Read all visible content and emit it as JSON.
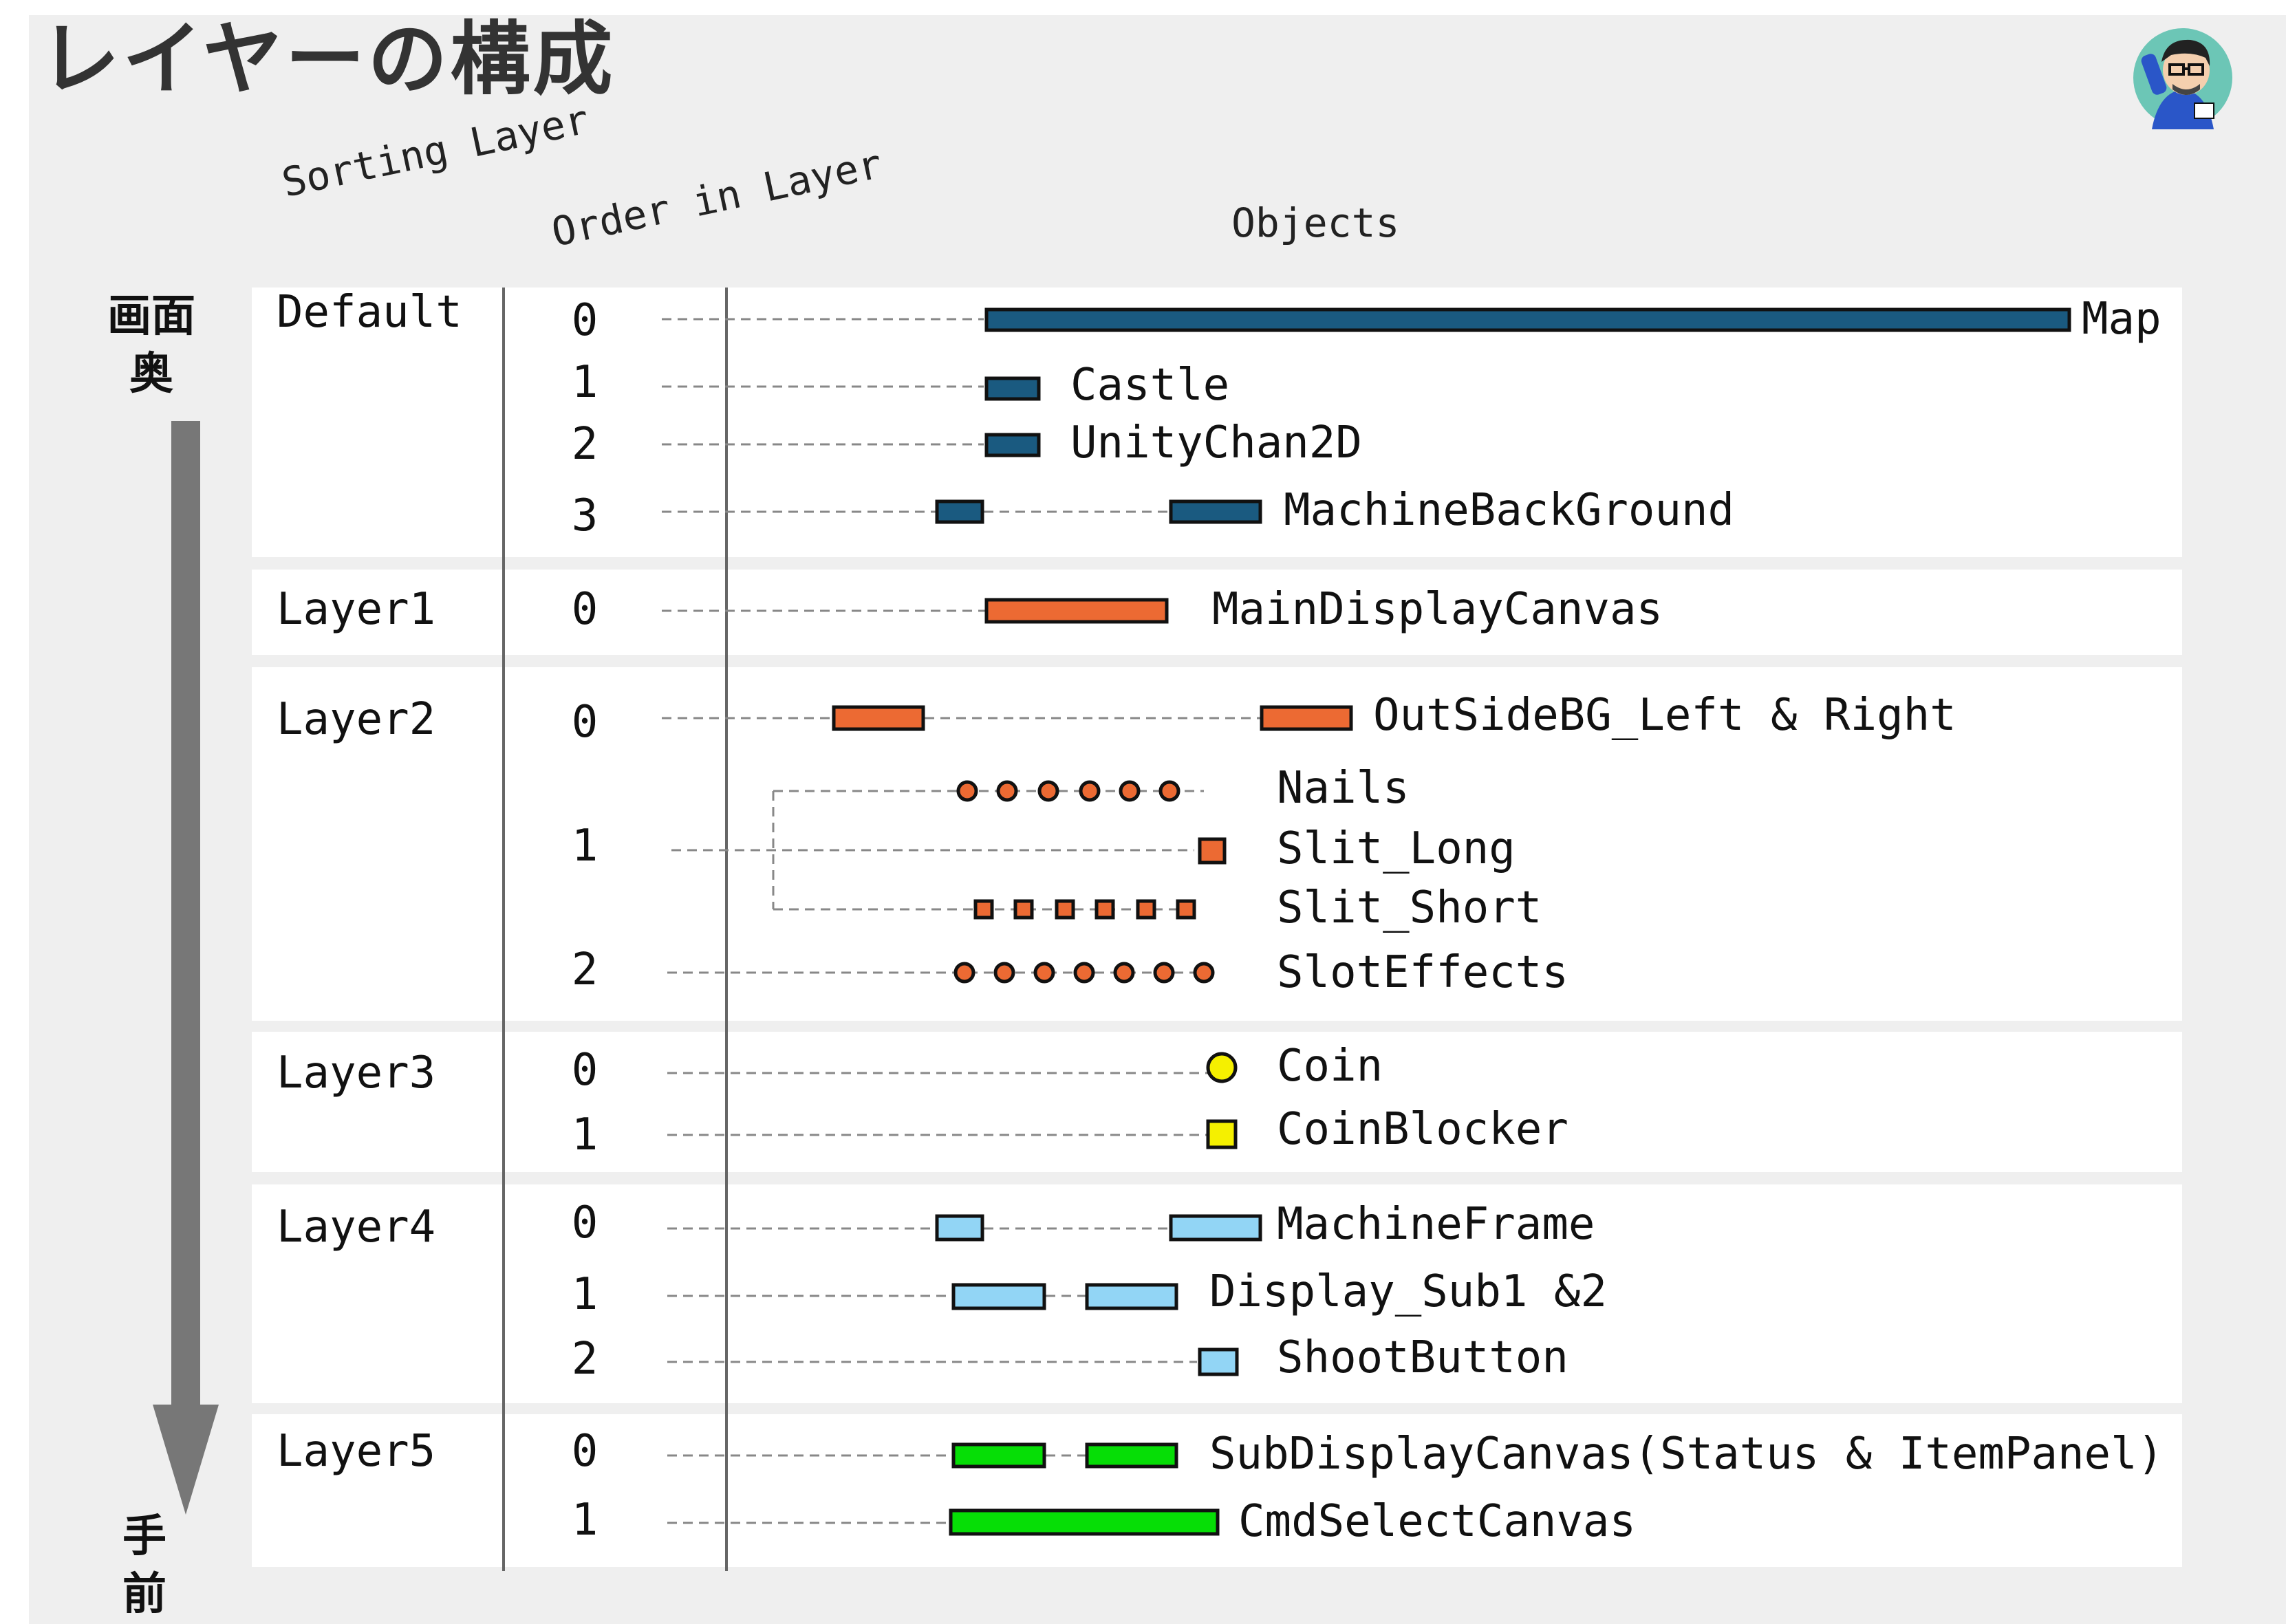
{
  "title": "レイヤーの構成",
  "headers": {
    "sorting_layer": "Sorting Layer",
    "order_in_layer": "Order in Layer",
    "objects": "Objects"
  },
  "side_labels": {
    "top": "画面奥",
    "bottom": "手前"
  },
  "colors": {
    "dark_blue": "#1a5a80",
    "orange": "#ec6a33",
    "yellow": "#f5f000",
    "light_blue": "#92d5f5",
    "green": "#06de06",
    "arrow": "#777777"
  },
  "layers": [
    {
      "name": "Default",
      "rows": [
        {
          "order": "0",
          "label": "Map"
        },
        {
          "order": "1",
          "label": "Castle"
        },
        {
          "order": "2",
          "label": "UnityChan2D"
        },
        {
          "order": "3",
          "label": "MachineBackGround"
        }
      ]
    },
    {
      "name": "Layer1",
      "rows": [
        {
          "order": "0",
          "label": "MainDisplayCanvas"
        }
      ]
    },
    {
      "name": "Layer2",
      "rows": [
        {
          "order": "0",
          "label": "OutSideBG_Left & Right"
        },
        {
          "order": "",
          "label": "Nails"
        },
        {
          "order": "1",
          "label": "Slit_Long"
        },
        {
          "order": "",
          "label": "Slit_Short"
        },
        {
          "order": "2",
          "label": "SlotEffects"
        }
      ]
    },
    {
      "name": "Layer3",
      "rows": [
        {
          "order": "0",
          "label": "Coin"
        },
        {
          "order": "1",
          "label": "CoinBlocker"
        }
      ]
    },
    {
      "name": "Layer4",
      "rows": [
        {
          "order": "0",
          "label": "MachineFrame"
        },
        {
          "order": "1",
          "label": "Display_Sub1 &2"
        },
        {
          "order": "2",
          "label": "ShootButton"
        }
      ]
    },
    {
      "name": "Layer5",
      "rows": [
        {
          "order": "0",
          "label": "SubDisplayCanvas(Status & ItemPanel)"
        },
        {
          "order": "1",
          "label": "CmdSelectCanvas"
        }
      ]
    }
  ]
}
